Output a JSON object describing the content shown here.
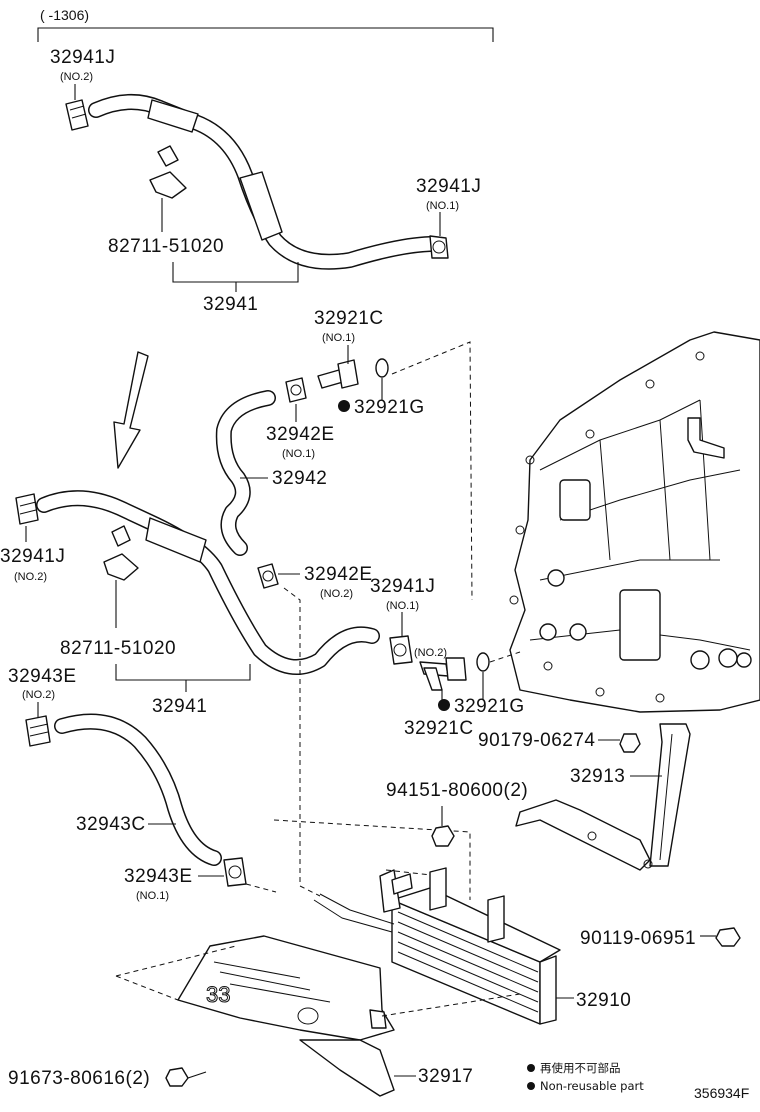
{
  "header": {
    "range_label": "(      -1306)"
  },
  "labels": {
    "top_32941J": "32941J",
    "top_32941J_sub": "(NO.2)",
    "top_82711": "82711-51020",
    "top_32941J_b": "32941J",
    "top_32941J_b_sub": "(NO.1)",
    "top_32941": "32941",
    "l_32921C_top": "32921C",
    "l_32921C_top_sub": "(NO.1)",
    "l_32921G_top": "32921G",
    "l_32942E_1": "32942E",
    "l_32942E_1_sub": "(NO.1)",
    "l_32942": "32942",
    "l_32942E_2": "32942E",
    "l_32942E_2_sub": "(NO.2)",
    "l_32941J_mid_left": "32941J",
    "l_32941J_mid_left_sub": "(NO.2)",
    "l_82711_mid": "82711-51020",
    "l_32941J_mid_right": "32941J",
    "l_32941J_mid_right_sub": "(NO.1)",
    "l_no2_small": "(NO.2)",
    "l_32941_mid": "32941",
    "l_32921G_mid": "32921G",
    "l_32921C_mid": "32921C",
    "l_32943E_top": "32943E",
    "l_32943E_top_sub": "(NO.2)",
    "l_90179": "90179-06274",
    "l_32913": "32913",
    "l_94151": "94151-80600(2)",
    "l_32943C": "32943C",
    "l_32943E_bot": "32943E",
    "l_32943E_bot_sub": "(NO.1)",
    "l_90119": "90119-06951",
    "l_32910": "32910",
    "l_91673": "91673-80616(2)",
    "l_32917": "32917"
  },
  "legend": {
    "jp": "再使用不可部品",
    "en": "Non-reusable part"
  },
  "footer": {
    "code": "356934F"
  }
}
